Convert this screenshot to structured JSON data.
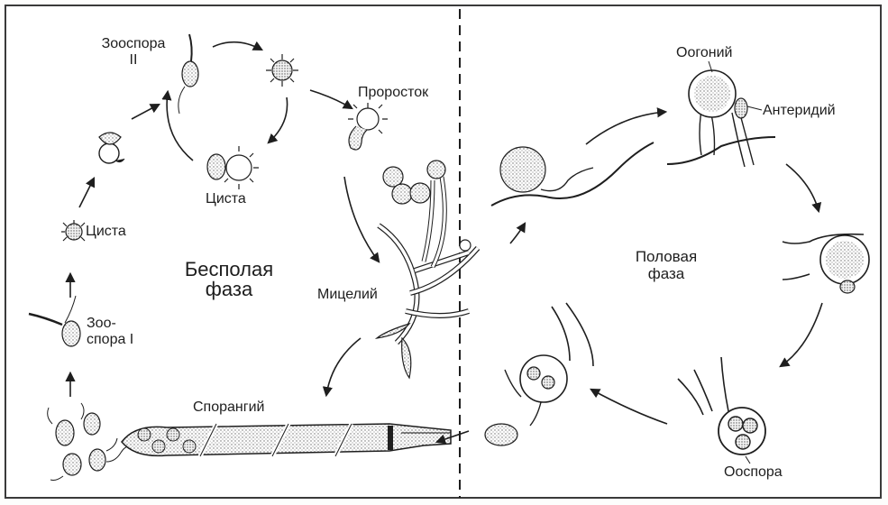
{
  "diagram": {
    "labels": {
      "zoospore_2": "Зооспора",
      "zoospore_2_numeral": "II",
      "cyst_top": "Циста",
      "cyst_left": "Циста",
      "sprout": "Проросток",
      "asexual_phase_line1": "Бесполая",
      "asexual_phase_line2": "фаза",
      "zoospore_1_line1": "Зоо-",
      "zoospore_1_line2": "спора I",
      "mycelium": "Мицелий",
      "sporangium": "Спорангий",
      "oogonium": "Оогоний",
      "antheridium": "Антеридий",
      "sexual_phase_line1": "Половая",
      "sexual_phase_line2": "фаза",
      "oospore": "Ооспора"
    },
    "colors": {
      "ink": "#1e1e1e",
      "stipple": "#6b6b6b",
      "paper": "#ffffff",
      "frame": "#3a3a3a"
    }
  }
}
